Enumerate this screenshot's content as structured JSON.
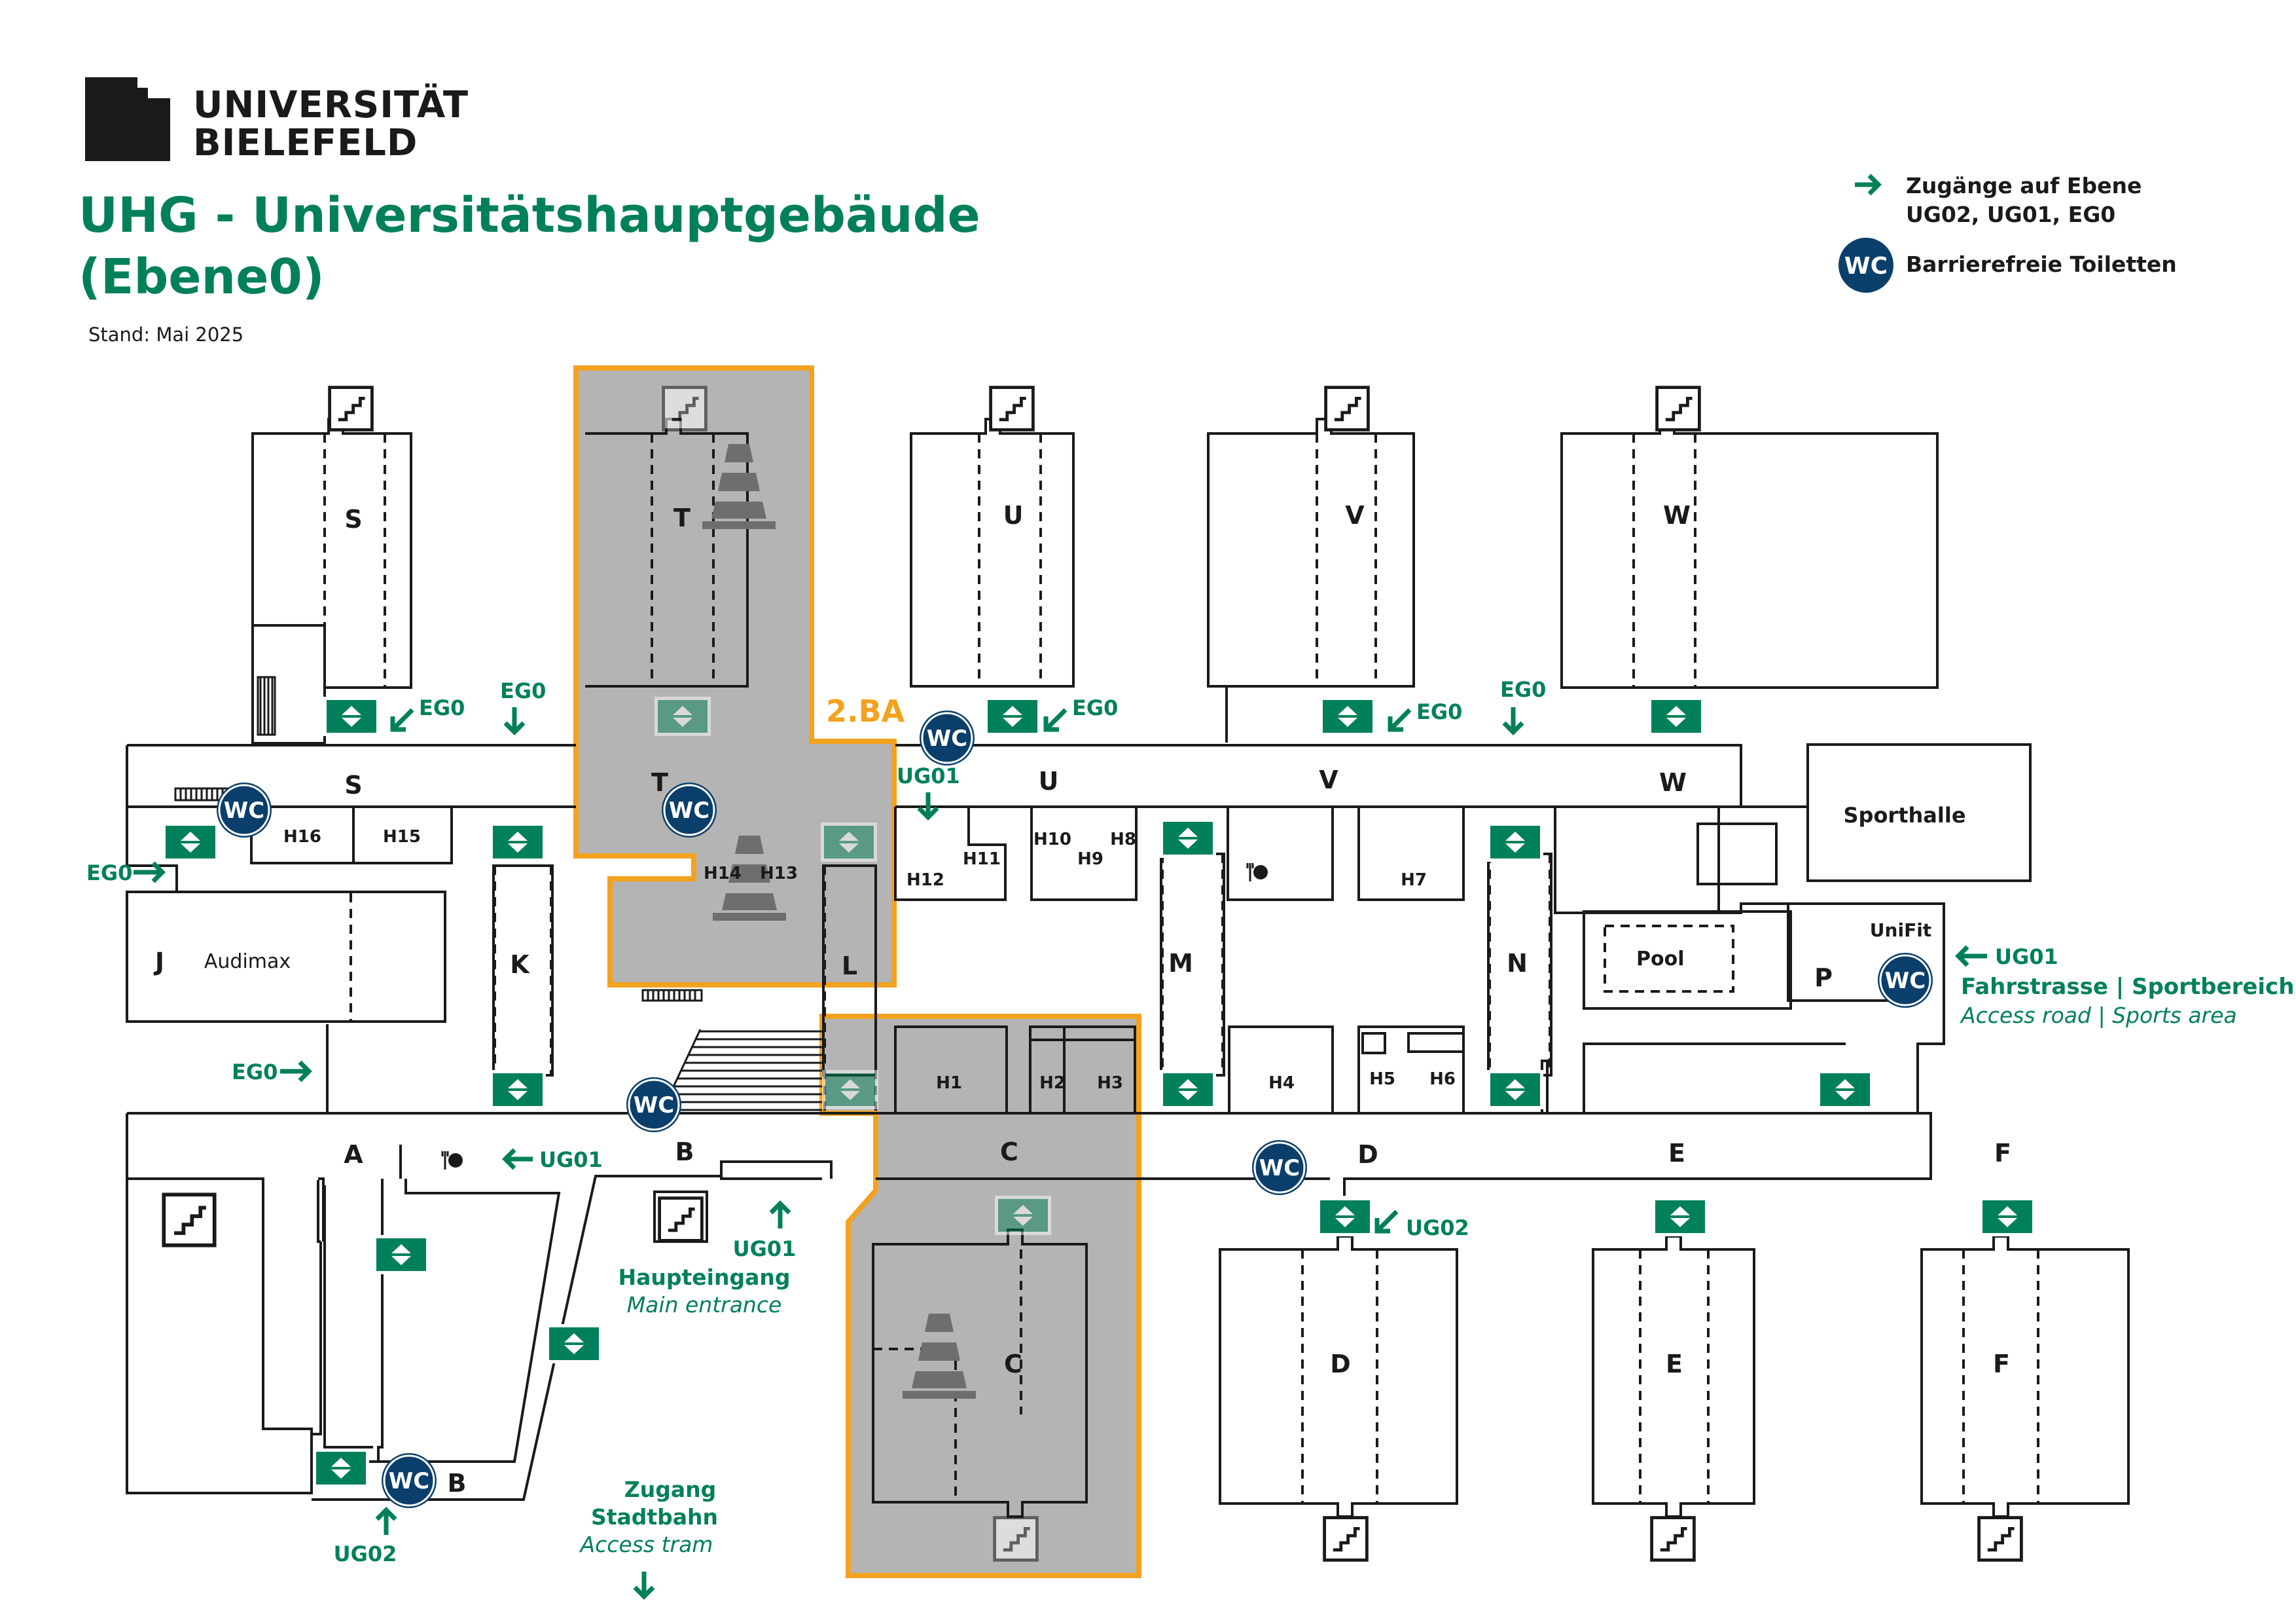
{
  "logo": {
    "line1": "UNIVERSITÄT",
    "line2": "BIELEFELD"
  },
  "title": {
    "line1": "UHG - Universitätshauptgebäude",
    "line2": "(Ebene0)"
  },
  "stand": "Stand: Mai 2025",
  "legend": {
    "access_line1": "Zugänge auf Ebene",
    "access_line2": "UG02, UG01, EG0",
    "wc_symbol": "WC",
    "wc_label": "Barrierefreie Toiletten"
  },
  "colors": {
    "green": "#00805a",
    "navy": "#0b3f6b",
    "orange": "#f3a21f",
    "construction_grey": "#b4b4b4",
    "outline": "#1a1a1a"
  },
  "construction": {
    "label": "2.BA"
  },
  "wing_labels": {
    "s_top": "S",
    "t_top": "T",
    "u_top": "U",
    "v_top": "V",
    "w_top": "W",
    "s_corr": "S",
    "t_corr": "T",
    "u_corr": "U",
    "v_corr": "V",
    "w_corr": "W",
    "j": "J",
    "k": "K",
    "l": "L",
    "m": "M",
    "n": "N",
    "p": "P",
    "a": "A",
    "b_corr": "B",
    "c_corr": "C",
    "c_wing": "C",
    "d_corr": "D",
    "e_corr": "E",
    "f_corr": "F",
    "b_low": "B",
    "d_wing": "D",
    "e_wing": "E",
    "f_wing": "F"
  },
  "rooms": {
    "audimax": "Audimax",
    "h16": "H16",
    "h15": "H15",
    "h14": "H14",
    "h13": "H13",
    "h12": "H12",
    "h11": "H11",
    "h10": "H10",
    "h9": "H9",
    "h8": "H8",
    "h7": "H7",
    "h1": "H1",
    "h2": "H2",
    "h3": "H3",
    "h4": "H4",
    "h5": "H5",
    "h6": "H6",
    "sporthalle": "Sporthalle",
    "pool": "Pool",
    "unifit": "UniFit"
  },
  "entrances": {
    "eg0_s": "EG0",
    "eg0_s2": "EG0",
    "eg0_u": "EG0",
    "eg0_v": "EG0",
    "eg0_v2": "EG0",
    "ug01_l": "UG01",
    "eg0_j": "EG0",
    "eg0_j2": "EG0",
    "ug01_a": "UG01",
    "ug01_main": "UG01",
    "main_de": "Haupteingang",
    "main_en": "Main entrance",
    "ug02_d": "UG02",
    "ug02_b": "UG02",
    "tram_de1": "Zugang",
    "tram_de2": "Stadtbahn",
    "tram_en": "Access tram",
    "ug01_p": "UG01",
    "sport_de": "Fahrstrasse | Sportbereich",
    "sport_en": "Access road | Sports area"
  },
  "wc": "WC"
}
